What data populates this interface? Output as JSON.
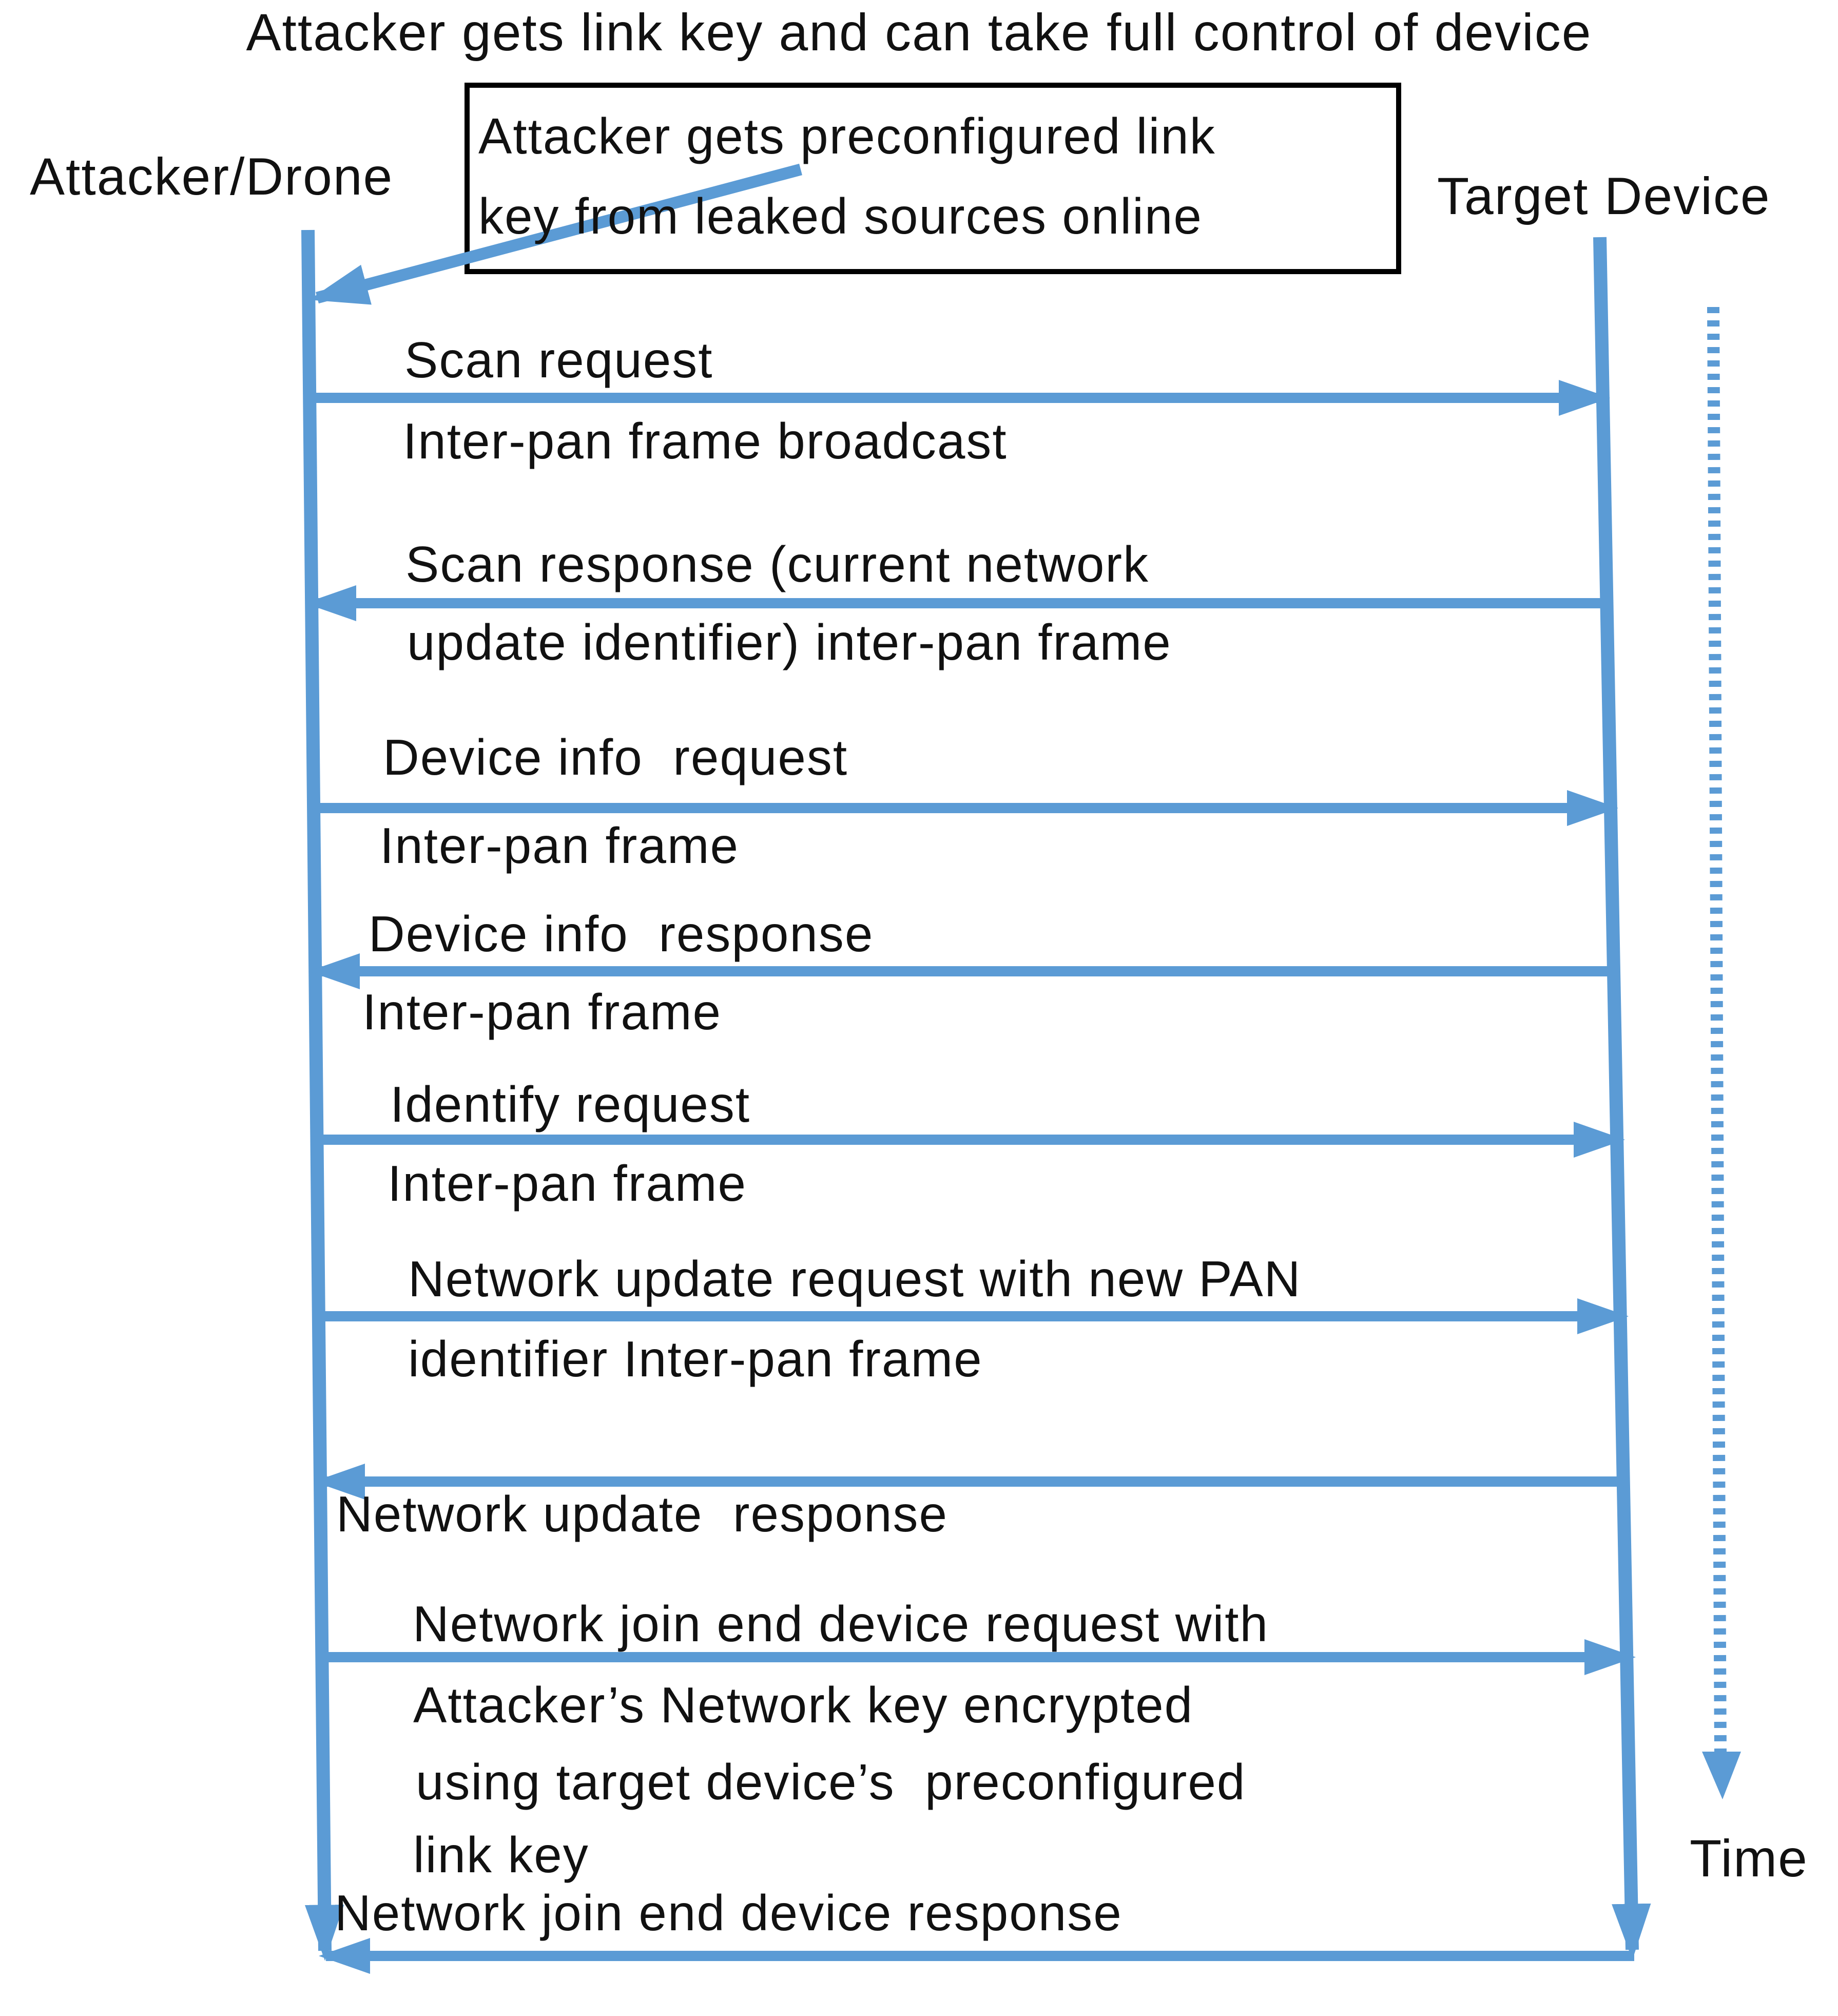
{
  "title": "Attacker gets link key and can take full control of device",
  "actors": {
    "left": "Attacker/Drone",
    "right": "Target Device"
  },
  "note": {
    "line1": "Attacker gets preconfigured link",
    "line2": "key from leaked sources online"
  },
  "time_label": "Time",
  "colors": {
    "arrow_blue": "#5B9BD5",
    "text": "#111111",
    "note_border": "#000000",
    "background": "#ffffff"
  },
  "icons": {
    "lifeline_end": "down-arrowhead",
    "time_axis": "dotted-down-arrow"
  },
  "messages": [
    {
      "dir": "right",
      "from": "Attacker/Drone",
      "to": "Target Device",
      "label": "Scan request",
      "sub": [
        "Inter-pan frame broadcast"
      ]
    },
    {
      "dir": "left",
      "from": "Target Device",
      "to": "Attacker/Drone",
      "label": "Scan response (current network",
      "sub": [
        "update identifier) inter-pan frame"
      ]
    },
    {
      "dir": "right",
      "from": "Attacker/Drone",
      "to": "Target Device",
      "label": "Device info  request",
      "sub": [
        "Inter-pan frame"
      ]
    },
    {
      "dir": "left",
      "from": "Target Device",
      "to": "Attacker/Drone",
      "label": "Device info  response",
      "sub": [
        "Inter-pan frame"
      ]
    },
    {
      "dir": "right",
      "from": "Attacker/Drone",
      "to": "Target Device",
      "label": "Identify request",
      "sub": [
        "Inter-pan frame"
      ]
    },
    {
      "dir": "right",
      "from": "Attacker/Drone",
      "to": "Target Device",
      "label": "Network update request with new PAN",
      "sub": [
        "identifier Inter-pan frame"
      ]
    },
    {
      "dir": "left",
      "from": "Target Device",
      "to": "Attacker/Drone",
      "label": "Network update  response",
      "sub": []
    },
    {
      "dir": "right",
      "from": "Attacker/Drone",
      "to": "Target Device",
      "label": "Network join end device request with",
      "sub": [
        "Attacker’s Network key encrypted",
        "using target device’s  preconfigured",
        "link key"
      ]
    },
    {
      "dir": "left",
      "from": "Target Device",
      "to": "Attacker/Drone",
      "label": "Network join end device response",
      "sub": []
    }
  ]
}
